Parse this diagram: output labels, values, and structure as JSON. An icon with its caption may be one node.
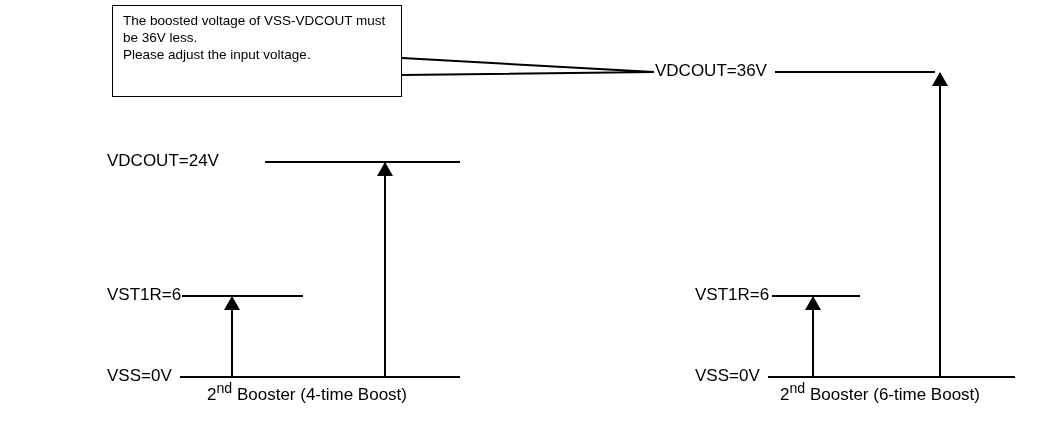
{
  "diagram": {
    "nodes": [
      {
        "text": [
          "The boosted voltage of VSS-VDCOUT must be 36V less.",
          "Please adjust the input voltage."
        ]
      },
      {
        "text": [],
        "shape": "bar",
        "beside": [
          "VDCOUT=24V"
        ]
      },
      {
        "text": [],
        "shape": "bar",
        "beside": [
          "VST1R=6"
        ]
      },
      {
        "text": [],
        "shape": "bar",
        "beside": [
          "VSS=0V"
        ]
      },
      {
        "text": [],
        "shape": "bar",
        "beside": [
          "VDCOUT=36V"
        ]
      },
      {
        "text": [],
        "shape": "bar",
        "beside": [
          "VST1R=6"
        ]
      },
      {
        "text": [],
        "shape": "bar",
        "beside": [
          "VSS=0V"
        ]
      }
    ],
    "edges": [
      {
        "from": 0,
        "to": 4,
        "arrow": "none"
      },
      {
        "from": 3,
        "to": 2,
        "arrow": "to"
      },
      {
        "from": 3,
        "to": 1,
        "arrow": "to"
      },
      {
        "from": 6,
        "to": 5,
        "arrow": "to"
      },
      {
        "from": 6,
        "to": 4,
        "arrow": "to"
      }
    ],
    "labels": [
      "2$^{nd}$ Booster (4-time Boost)",
      "2$^{nd}$ Booster (6-time Boost)"
    ]
  }
}
